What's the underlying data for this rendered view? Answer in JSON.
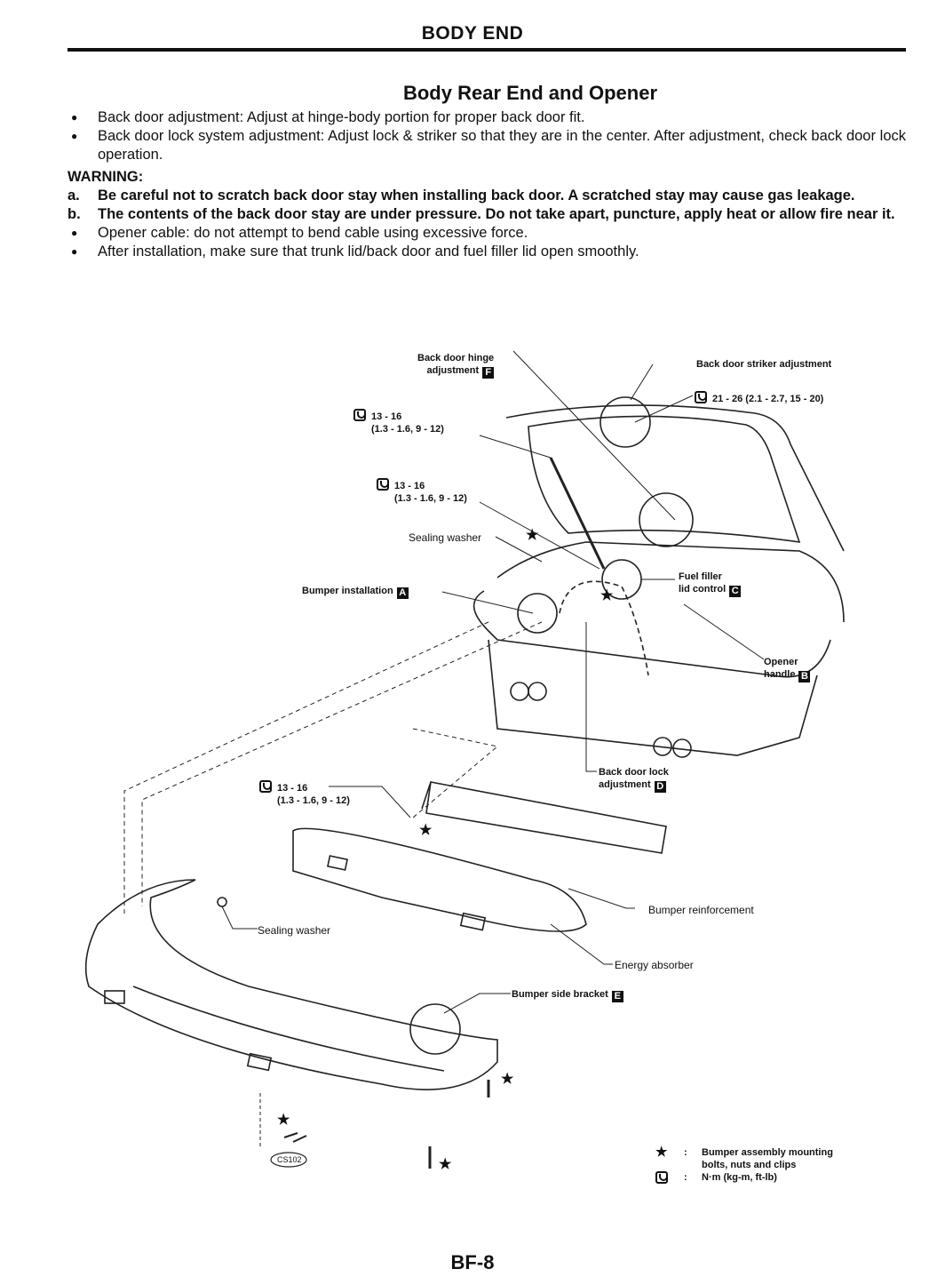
{
  "header": {
    "section": "BODY END"
  },
  "title": "Body Rear End and Opener",
  "bullets_top": [
    "Back door adjustment: Adjust at hinge-body portion for proper back door fit.",
    "Back door lock system adjustment: Adjust lock & striker so that they are in the center. After adjustment, check back door lock operation."
  ],
  "warning": {
    "heading": "WARNING:",
    "items": [
      {
        "letter": "a.",
        "text": "Be careful not to scratch back door stay when installing back door. A scratched stay may cause gas leakage."
      },
      {
        "letter": "b.",
        "text": "The contents of the back door stay are under pressure. Do not take apart, puncture, apply heat or allow fire near it."
      }
    ]
  },
  "bullets_bottom": [
    "Opener cable: do not attempt to bend cable using excessive force.",
    "After installation, make sure that trunk lid/back door and fuel filler lid open smoothly."
  ],
  "diagram": {
    "labels": {
      "hinge_line1": "Back door hinge",
      "hinge_line2": "adjustment",
      "hinge_box": "F",
      "striker": "Back door striker adjustment",
      "torque_striker": "21 - 26 (2.1 - 2.7, 15 - 20)",
      "torque1_a": "13 - 16",
      "torque1_b": "(1.3 - 1.6, 9 - 12)",
      "torque2_a": "13 - 16",
      "torque2_b": "(1.3 - 1.6, 9 - 12)",
      "sealing_washer_top": "Sealing washer",
      "bumper_install": "Bumper installation",
      "bumper_install_box": "A",
      "fuel_line1": "Fuel filler",
      "fuel_line2": "lid control",
      "fuel_box": "C",
      "opener_line1": "Opener",
      "opener_line2": "handle",
      "opener_box": "B",
      "lock_line1": "Back door lock",
      "lock_line2": "adjustment",
      "lock_box": "D",
      "torque3_a": "13 - 16",
      "torque3_b": "(1.3 - 1.6, 9 - 12)",
      "sealing_washer_bottom": "Sealing washer",
      "reinforcement": "Bumper reinforcement",
      "energy_absorber": "Energy absorber",
      "side_bracket": "Bumper side bracket",
      "side_bracket_box": "E",
      "figure_id": "CS102"
    }
  },
  "legend": [
    {
      "symbol": "star-icon",
      "glyph": "★",
      "text_line1": "Bumper assembly mounting",
      "text_line2": "bolts, nuts and clips"
    },
    {
      "symbol": "wrench-icon",
      "text_line1": "N·m (kg-m, ft-lb)"
    }
  ],
  "footer": {
    "page": "BF-8"
  }
}
